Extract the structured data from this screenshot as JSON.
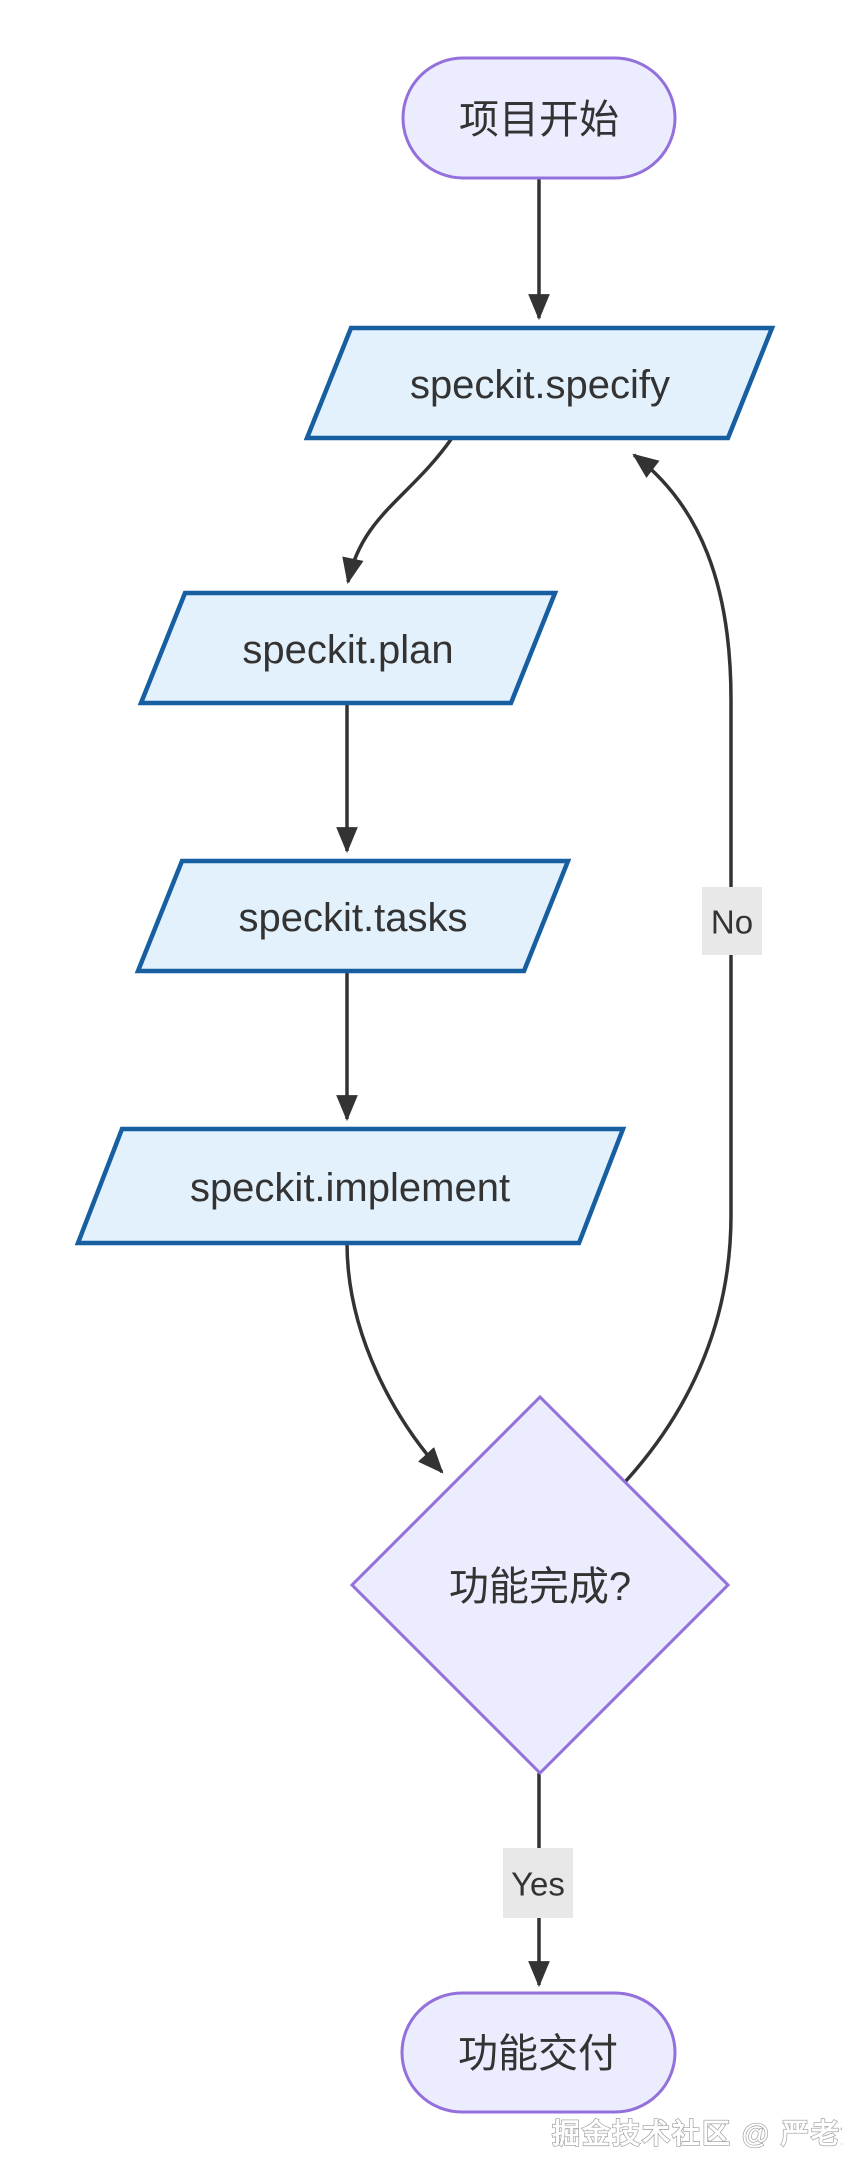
{
  "diagram": {
    "type": "flowchart-top-down",
    "nodes": [
      {
        "id": "start",
        "shape": "stadium",
        "label": "项目开始"
      },
      {
        "id": "specify",
        "shape": "parallelogram",
        "label": "speckit.specify"
      },
      {
        "id": "plan",
        "shape": "parallelogram",
        "label": "speckit.plan"
      },
      {
        "id": "tasks",
        "shape": "parallelogram",
        "label": "speckit.tasks"
      },
      {
        "id": "implement",
        "shape": "parallelogram",
        "label": "speckit.implement"
      },
      {
        "id": "decision",
        "shape": "diamond",
        "label": "功能完成?"
      },
      {
        "id": "deliver",
        "shape": "stadium",
        "label": "功能交付"
      }
    ],
    "edges": [
      {
        "from": "start",
        "to": "specify",
        "label": ""
      },
      {
        "from": "specify",
        "to": "plan",
        "label": ""
      },
      {
        "from": "plan",
        "to": "tasks",
        "label": ""
      },
      {
        "from": "tasks",
        "to": "implement",
        "label": ""
      },
      {
        "from": "implement",
        "to": "decision",
        "label": ""
      },
      {
        "from": "decision",
        "to": "specify",
        "label": "No"
      },
      {
        "from": "decision",
        "to": "deliver",
        "label": "Yes"
      }
    ],
    "colors": {
      "terminal_fill": "#ECECFF",
      "terminal_stroke": "#9370DB",
      "process_fill": "#E3F1FC",
      "process_stroke": "#175FA0",
      "decision_fill": "#ECECFF",
      "decision_stroke": "#9370DB",
      "edge": "#333333",
      "edge_label_bg": "#E8E8E8",
      "text": "#333333"
    }
  },
  "watermark": {
    "text": "掘金技术社区 @ 严老湿"
  }
}
